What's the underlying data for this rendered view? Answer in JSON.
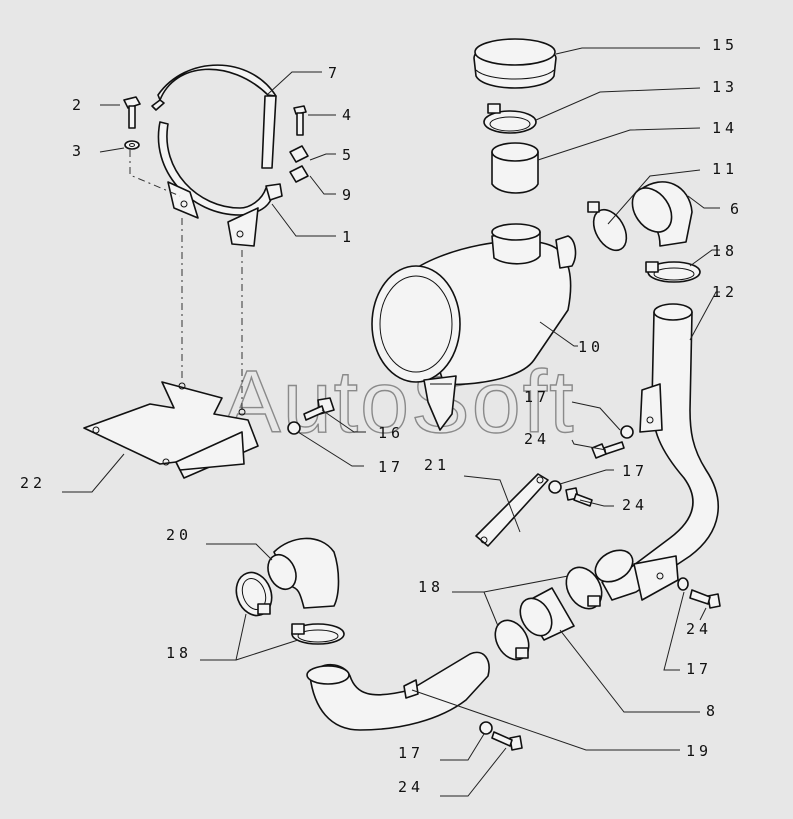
{
  "watermark": "AutoSoft",
  "callouts": {
    "c1": "1",
    "c2": "2",
    "c3": "3",
    "c4": "4",
    "c5": "5",
    "c6": "6",
    "c7": "7",
    "c8": "8",
    "c9": "9",
    "c10": "10",
    "c11": "11",
    "c12": "12",
    "c13": "13",
    "c14": "14",
    "c15": "15",
    "c16": "16",
    "c17a": "17",
    "c17b": "17",
    "c17c": "17",
    "c17d": "17",
    "c17e": "17",
    "c18a": "18",
    "c18b": "18",
    "c18c": "18",
    "c19": "19",
    "c20": "20",
    "c21": "21",
    "c22": "22",
    "c24a": "24",
    "c24b": "24",
    "c24c": "24",
    "c24d": "24"
  }
}
